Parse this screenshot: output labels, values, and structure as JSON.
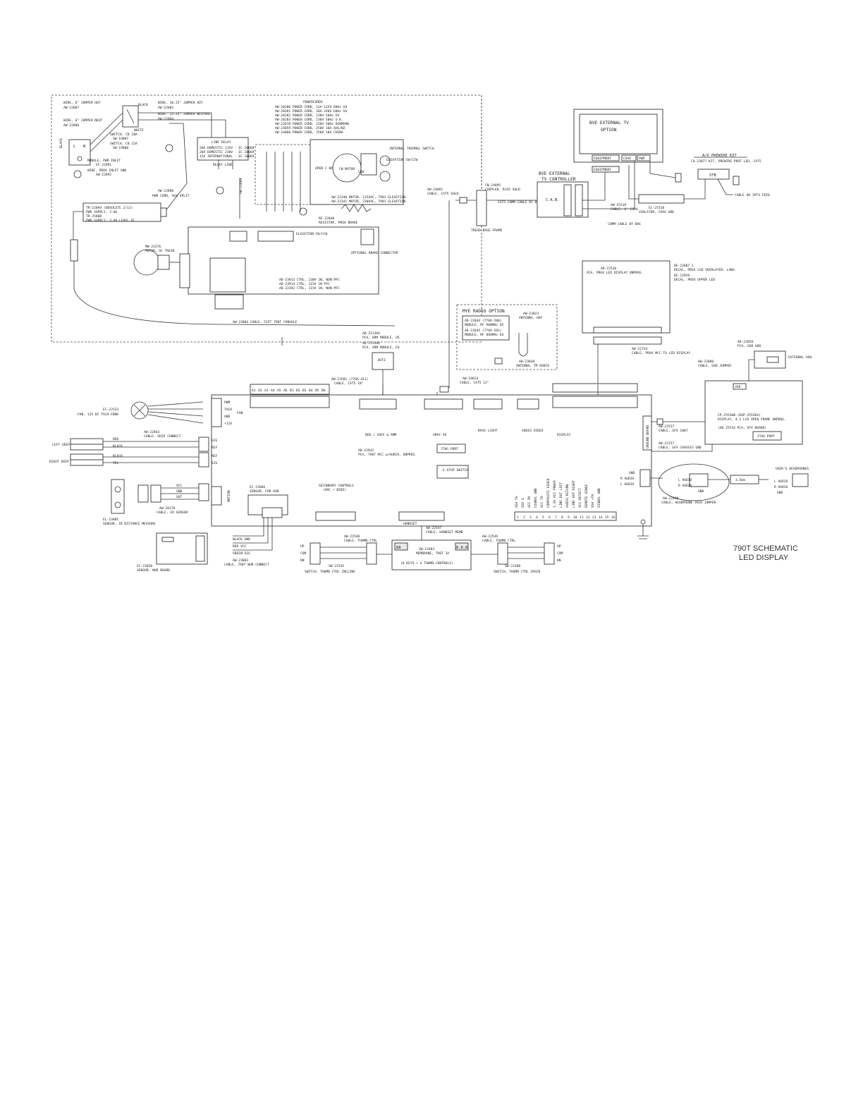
{
  "title_block": {
    "line1": "790T SCHEMATIC",
    "line2": "LED DISPLAY"
  },
  "power": {
    "hot_wire": "WIRE, 6\" JUMPER HOT",
    "hot_wire_pn": "AW-22887",
    "hot_wire_long": "WIRE, 10.25\" JUMPER HOT",
    "hot_wire_long_pn": "AW-22883",
    "neutral_wire": "WIRE, 13.25\" JUMPER NEUTRAL",
    "neutral_wire_pn": "AW-22884",
    "neut_jumper": "WIRE, 6\" JUMPER NEUT",
    "neut_jumper_pn": "AW-22888",
    "switch1": "SWITCH, CB 20A",
    "switch1_pn": "SW-19807",
    "switch2": "SWITCH, CB 15A",
    "switch2_pn": "SW-19808",
    "inlet_module": "MODULE, PWR INLET",
    "inlet_module_pn": "EF-22891",
    "inlet_gnd": "WIRE, PRO4 INLET GND",
    "inlet_gnd_pn": "AW-22892",
    "black": "BLACK",
    "white": "WHITE",
    "powercords_title": "POWERCORDS",
    "powercords": [
      "AW-20280 POWER CORD, 12A-125V 60Hz US",
      "AW-20281 POWER CORD, 20A-240V 60Hz US",
      "AW-20282 POWER CORD, 230V 50Hz EU",
      "AW-20283 POWER CORD, 230V 50Hz U.K.",
      "AW-22678 POWER CORD, 230V 50Hz DENMARK",
      "AW-24059 POWER CORD, 250V 10A AUS/NZ",
      "AW-24060 POWER CORD, 250V 10A CHINA"
    ],
    "relay": "LINE RELAY",
    "relay_lines": [
      "20A DOMESTIC 115V - EC-18868",
      "20A DOMESTIC 230V - EC-18869",
      "15A INTERNATIONAL - EC-18869"
    ],
    "relay_label": "RELAY LINE",
    "aux_cable": "PWR CORD, AUX SPLIT",
    "aux_cable_pn": "AW-22890",
    "ps1": "TR-22894 (OBSOLETE 2/11)",
    "ps1_desc": "PWR SUPPLY, 3.0A",
    "ps2": "TR-25808",
    "ps2_desc": "PWR SUPPLY, 3.0A LEVEL VI",
    "pn_22889": "AW-22889",
    "motor": "MW-22276",
    "motor_desc": "MOTOR, AC TREAD",
    "elev_motor1": "AW-22340 MOTOR, 115VAC, 7901 ELEVATION",
    "elev_motor2": "AW-22341 MOTOR, 230VAC, 7901 ELEVATION",
    "open_limit": "OPEN C OR",
    "cw_motor": "CW MOTOR",
    "ccw": "CCW",
    "internal_thermal": "INTERNAL THERMAL SWITCH",
    "elev_ctrl": "ELEVATION CW/CCW",
    "resistor": "RE-22040",
    "resistor_desc": "RESISTOR, PRO4 BRAKE",
    "brake_connector": "OPTIONAL BRAKE CONNECTOR",
    "ctrl_lines": [
      "AD-23913 CTRL, 230V 2N, NON-PFC",
      "AD-23914 CTRL, 115V 1N PFC",
      "AD-22392 CTRL, 115V 1N, NON-PFC"
    ],
    "console_cable": "AW-23884 CABLE, 525T 790T CONSOLE"
  },
  "bve": {
    "tv_option": "BVE EXTERNAL TV",
    "tv_option2": "OPTION",
    "equipment": "EQUIPMENT",
    "coax": "COAX",
    "pwr": "PWR",
    "controller": "BVE EXTERNAL",
    "controller2": "TV CONTROLLER",
    "cab": "C.A.B.",
    "comm_cable": "COMM CABLE BY BVE",
    "cat5_comm": "CAT5 COMM CABLE BY BVE",
    "coupler": "CN-24895",
    "coupler_desc": "COUPLER, RJ45 SHLD",
    "cable_cat5": "AW-24865",
    "cable_cat5_desc": "CABLE, CAT5 SHLD",
    "tread_base": "TREAD BASE FRAME",
    "coax_cable": "AW-25319",
    "coax_cable_desc": "CABLE, 6' COAX",
    "isolator": "EC-25318",
    "isolator_desc": "ISOLATOR, COAX GND",
    "av_kit": "A/V PREWIRE KIT",
    "av_kit_desc": "CA-23877 KIT, PREWIRE PROT LED, CAT5",
    "stb": "STB",
    "cable_feed": "CABLE OR IPTV FEED"
  },
  "display": {
    "pca_pn": "AD-22536",
    "pca_desc": "PCA, PRO4 LED DISPLAY UNPROG.",
    "decal1": "DE-22807_1",
    "decal1_desc": "DECAL, PRO4 LED OVERLAYER, LANG.",
    "decal2": "DE-22929",
    "decal2_desc": "DECAL, PRO4 UPPER LED",
    "cable": "AW-22734",
    "cable_desc": "CABLE, PRO4 MCC TO LED DISPLAY"
  },
  "radio": {
    "title": "MYE RADIO OPTION",
    "mod1": "AD-22844 (770A-580)",
    "mod1_desc": "MODULE, RF 900MHz US",
    "mod2": "AD-22845 (770A-581)",
    "mod2_desc": "MODULE, RF 868MHz EU",
    "antenna1": "AW-23023",
    "antenna1_desc": "ANTENNA, UHF",
    "antenna2": "AW-23038",
    "antenna2_desc": "ANTENNA, TM RADIO",
    "cable": "AW-18624",
    "cable_desc": "CABLE, CAT5 12\""
  },
  "arm": {
    "pn1": "AD-25136V",
    "desc1": "PCA, ARM MODULE, US",
    "pn2": "AD-25138V",
    "desc2": "PCA, ARM MODULE, EU",
    "wifi": "WIFI",
    "cable": "AW-23501 (770A-411)",
    "cable_desc": "CABLE, CAT5 18\""
  },
  "usb": {
    "hub": "AD-22858",
    "hub_desc": "PCA, USB HUB",
    "cable": "AW-22880",
    "cable_desc": "CABLE, USB JUMPER",
    "external": "EXTERNAL USB",
    "usb": "USB"
  },
  "lcd": {
    "pn": "CP-25536W (DOP-25536V)",
    "desc": "DISPLAY, 4.3 LCD OPEN FRAME UNPROG.",
    "gfx": "(AD-25534 PCA, GFX BOARD)",
    "jtag": "JTAG PORT",
    "cable": "AW-22537",
    "cable_desc": "CABLE, GFX 100T",
    "cable2": "AW-22157",
    "cable2_desc": "CABLE, GFX CHASSIS GND"
  },
  "mcc": {
    "pca": "AD-22942",
    "pca_desc": "PCA, 790T MCC w/AUDIO, UNPROG.",
    "jtag": "JTAG PORT",
    "estop": "E-STOP SWITCH",
    "ground_board": "GROUND BOARD",
    "top_pins": [
      "A1",
      "A2",
      "A3",
      "A4",
      "A5",
      "A6",
      "B1",
      "B2",
      "B3",
      "B4",
      "B5",
      "B6"
    ],
    "fan": "FAN",
    "fan_pins": [
      "PWM",
      "TACH",
      "GND",
      "+12V"
    ],
    "fan_part": "EC-22533",
    "fan_desc": "FAN, 12V DC TACH FDBK",
    "grip_cable": "AW-22843",
    "grip_cable_desc": "CABLE, GRIP CONNECT",
    "left_grip": "LEFT GRIP",
    "right_grip": "RIGHT GRIP",
    "red": "RED",
    "black": "BLACK",
    "yel": "YEL",
    "sig": "SIG",
    "ref": "REF",
    "ir_cable": "AW-20170",
    "ir_cable_desc": "CABLE, IR SENSOR",
    "vcc": "VCC",
    "gnd": "GND",
    "out": "OUT",
    "ir_sensor": "EL-23085",
    "ir_sensor_desc": "SENSOR, IR DISTANCE MEASURE",
    "hr_hub": "EC-22866",
    "hr_hub_desc": "SENSOR, CHR HUB",
    "wire_board": "EC-23020",
    "wire_board_desc": "SENSOR, WHR BOARD",
    "hr_cable": "AW-23003",
    "hr_cable_desc": "CABLE, 790T WHR CONNECT",
    "black_gnd": "BLACK GND",
    "red_vcc": "RED VCC",
    "green_sig": "GREEN SIG",
    "motion": "MOTION",
    "secondary": "SECONDARY CONTROLS",
    "secondary2": "(ARC / BIKE)",
    "handset": "HANDSET",
    "handset_cable": "AW-22547",
    "handset_cable_desc": "CABLE, HANDSET MEMB",
    "safe_amm": "RED / SAFE & AMM",
    "uray": "URAY AV",
    "backlight": "BACK LIGHT",
    "audio_video": "AUDIO VIDEO",
    "display_lbl": "DISPLAY",
    "bottom_pins": [
      "1",
      "2",
      "3",
      "4",
      "5",
      "6",
      "7",
      "8",
      "9",
      "10",
      "11",
      "12",
      "13",
      "14",
      "15",
      "16"
    ],
    "av_labels": [
      "VGA 5V",
      "VGA G",
      "ACC RX",
      "SIGNAL GND",
      "ACC TX",
      "COMPOSITE VIDEO",
      "3.3V ACC POWER",
      "LINE OUT LEFT",
      "AUDIO RETURN",
      "LINE OUT RIGHT",
      "ACC DETECT",
      "REMOTE SENSE",
      "VGA +5V",
      "SIGNAL GND"
    ],
    "gnd1": "GND",
    "r_audio": "R AUDIO",
    "l_audio": "L AUDIO"
  },
  "handset": {
    "membrane": "SW-22403",
    "membrane_desc": "MEMBRANE, 790T 3X",
    "keys": "(8 KEYS + 4 THUMB CONTROLS)",
    "seg_left": "88",
    "seg_right": "8.8.8",
    "thumb_left": "AW-22548",
    "thumb_left_desc": "CABLE, THUMB CTRL",
    "thumb_right": "AW-22549",
    "thumb_right_desc": "CABLE, THUMB CTRL",
    "sw_left": "SW-22545",
    "sw_left_desc": "SWITCH, THUMB CTRL INCLINE",
    "sw_right": "SW-22388",
    "sw_right_desc": "SWITCH, THUMB CTRL SPEED",
    "up": "UP",
    "dn": "DN",
    "com": "COM"
  },
  "headphone": {
    "jumper": "AW-22480",
    "jumper_desc": "CABLE, HEADPHONE JACK JUMPER",
    "mm": "3.5mm",
    "users": "USER'S HEADPHONES",
    "l_audio": "L AUDIO",
    "r_audio": "R AUDIO",
    "gnd": "GND"
  }
}
